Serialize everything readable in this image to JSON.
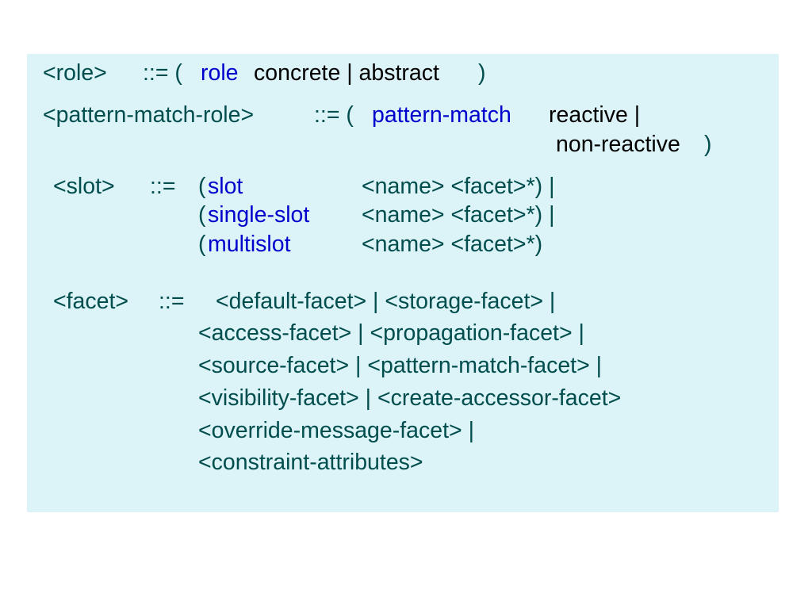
{
  "colors": {
    "background": "#ffffff",
    "box": "#dcf3f7",
    "grammar_text": "#004d4d",
    "keyword": "#0000cc",
    "value": "#000000"
  },
  "role_rule": {
    "lhs": "<role>",
    "op": "::= (",
    "keyword": "role",
    "values": "concrete | abstract",
    "close": ")"
  },
  "pattern_rule": {
    "lhs": "<pattern-match-role>",
    "op": "::= (",
    "keyword": "pattern-match",
    "values1": "reactive |",
    "values2": "non-reactive",
    "close": ")"
  },
  "slot_rule": {
    "lhs": "<slot>",
    "op": "::=",
    "alternatives": [
      {
        "open": "(",
        "keyword": "slot",
        "rest": "<name> <facet>*) |"
      },
      {
        "open": "(",
        "keyword": "single-slot",
        "rest": "<name> <facet>*) |"
      },
      {
        "open": "(",
        "keyword": "multislot",
        "rest": "<name> <facet>*)"
      }
    ]
  },
  "facet_rule": {
    "lhs": "<facet>",
    "op": "::=",
    "lines": [
      "<default-facet> | <storage-facet> |",
      "<access-facet> | <propagation-facet> |",
      "<source-facet> | <pattern-match-facet> |",
      "<visibility-facet> | <create-accessor-facet>",
      "<override-message-facet> |",
      "<constraint-attributes>"
    ]
  }
}
